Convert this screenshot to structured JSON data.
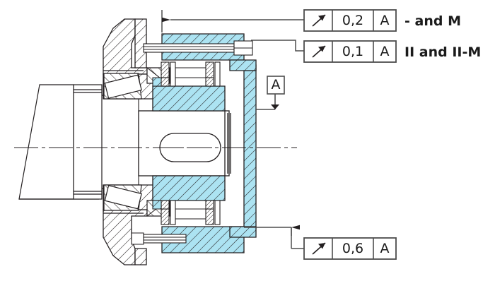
{
  "drawing": {
    "title": "Bearing assembly cross-section with geometric tolerance callouts",
    "colors": {
      "section_fill": "#ace3f2",
      "line": "#231f20",
      "frame_line": "#4d4d4d",
      "white": "#ffffff"
    }
  },
  "feature_control_frames": [
    {
      "id": "fcf-top-1",
      "symbol_name": "circular-runout-icon",
      "symbol": "runout-arrow",
      "tolerance": "0,2",
      "datum": "A",
      "note": "- and M"
    },
    {
      "id": "fcf-top-2",
      "symbol_name": "circular-runout-icon",
      "symbol": "runout-arrow",
      "tolerance": "0,1",
      "datum": "A",
      "note": "II and II-M"
    },
    {
      "id": "fcf-bottom-1",
      "symbol_name": "circular-runout-icon",
      "symbol": "runout-arrow",
      "tolerance": "0,6",
      "datum": "A",
      "note": ""
    }
  ],
  "datum_feature": {
    "label": "A",
    "name": "datum-feature-a"
  }
}
